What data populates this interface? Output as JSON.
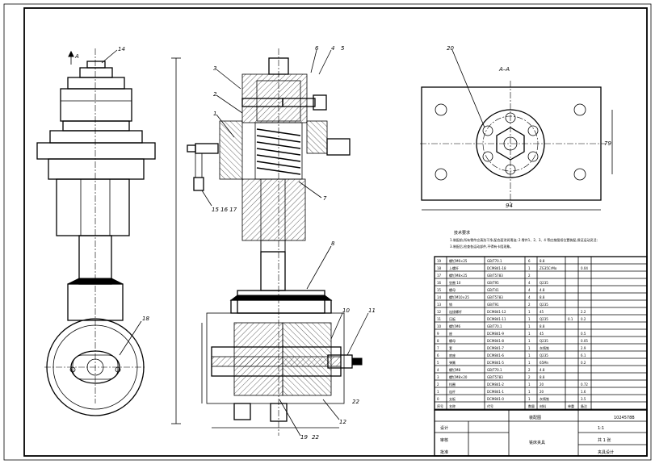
{
  "view_label_top": "A",
  "section_title": "A–A",
  "drawing_number": "1024578B",
  "dim_width": "94",
  "dim_height": "79",
  "callouts": {
    "c1": "1",
    "c2": "2",
    "c3": "3",
    "c4": "4",
    "c5": "5",
    "c6": "6",
    "c7": "7",
    "c8": "8",
    "c10": "10",
    "c11": "11",
    "c12": "12",
    "c14": "14",
    "c15_17": "15 16 17",
    "c18": "18",
    "c19": "19",
    "c20": "20",
    "c22": "22",
    "c22b": "22"
  },
  "notes_title": "技术要求",
  "notes_line1": "1.装配前,所有零件应清洗干净,配合面涂润滑油;  2.零件1、2、3、4 等应按图纸位置装配,保证运动灵活;",
  "notes_line2": "3.装配后,检查各运动部件,不得有卡阻现象。",
  "bom_rows": [
    {
      "no": "19",
      "name": "螺钉M6×25",
      "code": "GB/T70.1",
      "qty": "6",
      "mat": "8.8",
      "w": "",
      "note": ""
    },
    {
      "no": "18",
      "name": "上螺杆",
      "code": "DCM841-18",
      "qty": "1",
      "mat": "ZG35CrMo",
      "w": "",
      "note": "0.04"
    },
    {
      "no": "17",
      "name": "螺钉M8×25",
      "code": "GB/T5783",
      "qty": "2",
      "mat": "",
      "w": "",
      "note": ""
    },
    {
      "no": "16",
      "name": "垫圈 10",
      "code": "GB/T95",
      "qty": "4",
      "mat": "Q235",
      "w": "",
      "note": ""
    },
    {
      "no": "15",
      "name": "螺母",
      "code": "GB/T41",
      "qty": "4",
      "mat": "4.8",
      "w": "",
      "note": ""
    },
    {
      "no": "14",
      "name": "螺钉M10×25",
      "code": "GB/T5783",
      "qty": "4",
      "mat": "8.8",
      "w": "",
      "note": ""
    },
    {
      "no": "13",
      "name": "销",
      "code": "GB/T91",
      "qty": "2",
      "mat": "Q235",
      "w": "",
      "note": ""
    },
    {
      "no": "12",
      "name": "连接螺杆",
      "code": "DCM841-12",
      "qty": "1",
      "mat": "45",
      "w": "",
      "note": "2.2"
    },
    {
      "no": "11",
      "name": "压板",
      "code": "DCM841-11",
      "qty": "1",
      "mat": "Q235",
      "w": "0.1",
      "note": "0.2"
    },
    {
      "no": "10",
      "name": "螺钉M6",
      "code": "GB/T70.1",
      "qty": "1",
      "mat": "8.8",
      "w": "",
      "note": ""
    },
    {
      "no": "9",
      "name": "座",
      "code": "DCM841-9",
      "qty": "1",
      "mat": "45",
      "w": "",
      "note": "0.5"
    },
    {
      "no": "8",
      "name": "螺母",
      "code": "DCM841-8",
      "qty": "1",
      "mat": "Q235",
      "w": "",
      "note": "0.05"
    },
    {
      "no": "7",
      "name": "套",
      "code": "DCM841-7",
      "qty": "1",
      "mat": "灰铸铁",
      "w": "",
      "note": "2.9"
    },
    {
      "no": "6",
      "name": "底座",
      "code": "DCM841-6",
      "qty": "1",
      "mat": "Q235",
      "w": "",
      "note": "6.1"
    },
    {
      "no": "5",
      "name": "弹簧",
      "code": "DCM841-5",
      "qty": "1",
      "mat": "65Mn",
      "w": "",
      "note": "0.2"
    },
    {
      "no": "4",
      "name": "螺钉M8",
      "code": "GB/T70.1",
      "qty": "2",
      "mat": "4.8",
      "w": "",
      "note": ""
    },
    {
      "no": "3",
      "name": "螺钉M8×20",
      "code": "GB/T5783",
      "qty": "2",
      "mat": "8.8",
      "w": "",
      "note": ""
    },
    {
      "no": "2",
      "name": "挡圈",
      "code": "DCM841-2",
      "qty": "1",
      "mat": "20",
      "w": "",
      "note": "0.72"
    },
    {
      "no": "1",
      "name": "连杆",
      "code": "DCM841-1",
      "qty": "1",
      "mat": "20",
      "w": "",
      "note": "1.6"
    },
    {
      "no": "0",
      "name": "支板",
      "code": "DCM841-0",
      "qty": "1",
      "mat": "灰铸铁",
      "w": "",
      "note": "3.5"
    }
  ],
  "bom_header": {
    "no": "序号",
    "name": "名称",
    "code": "代号",
    "qty": "数量",
    "mat": "材料",
    "w": "单重",
    "note": "备注"
  },
  "title_block": {
    "name": "装配图",
    "scale": "1:1",
    "sheet": "共 1 张",
    "company": "夹具设计",
    "drawn": "设计",
    "checked": "审核",
    "approved": "批准",
    "part": "铣床夹具"
  }
}
